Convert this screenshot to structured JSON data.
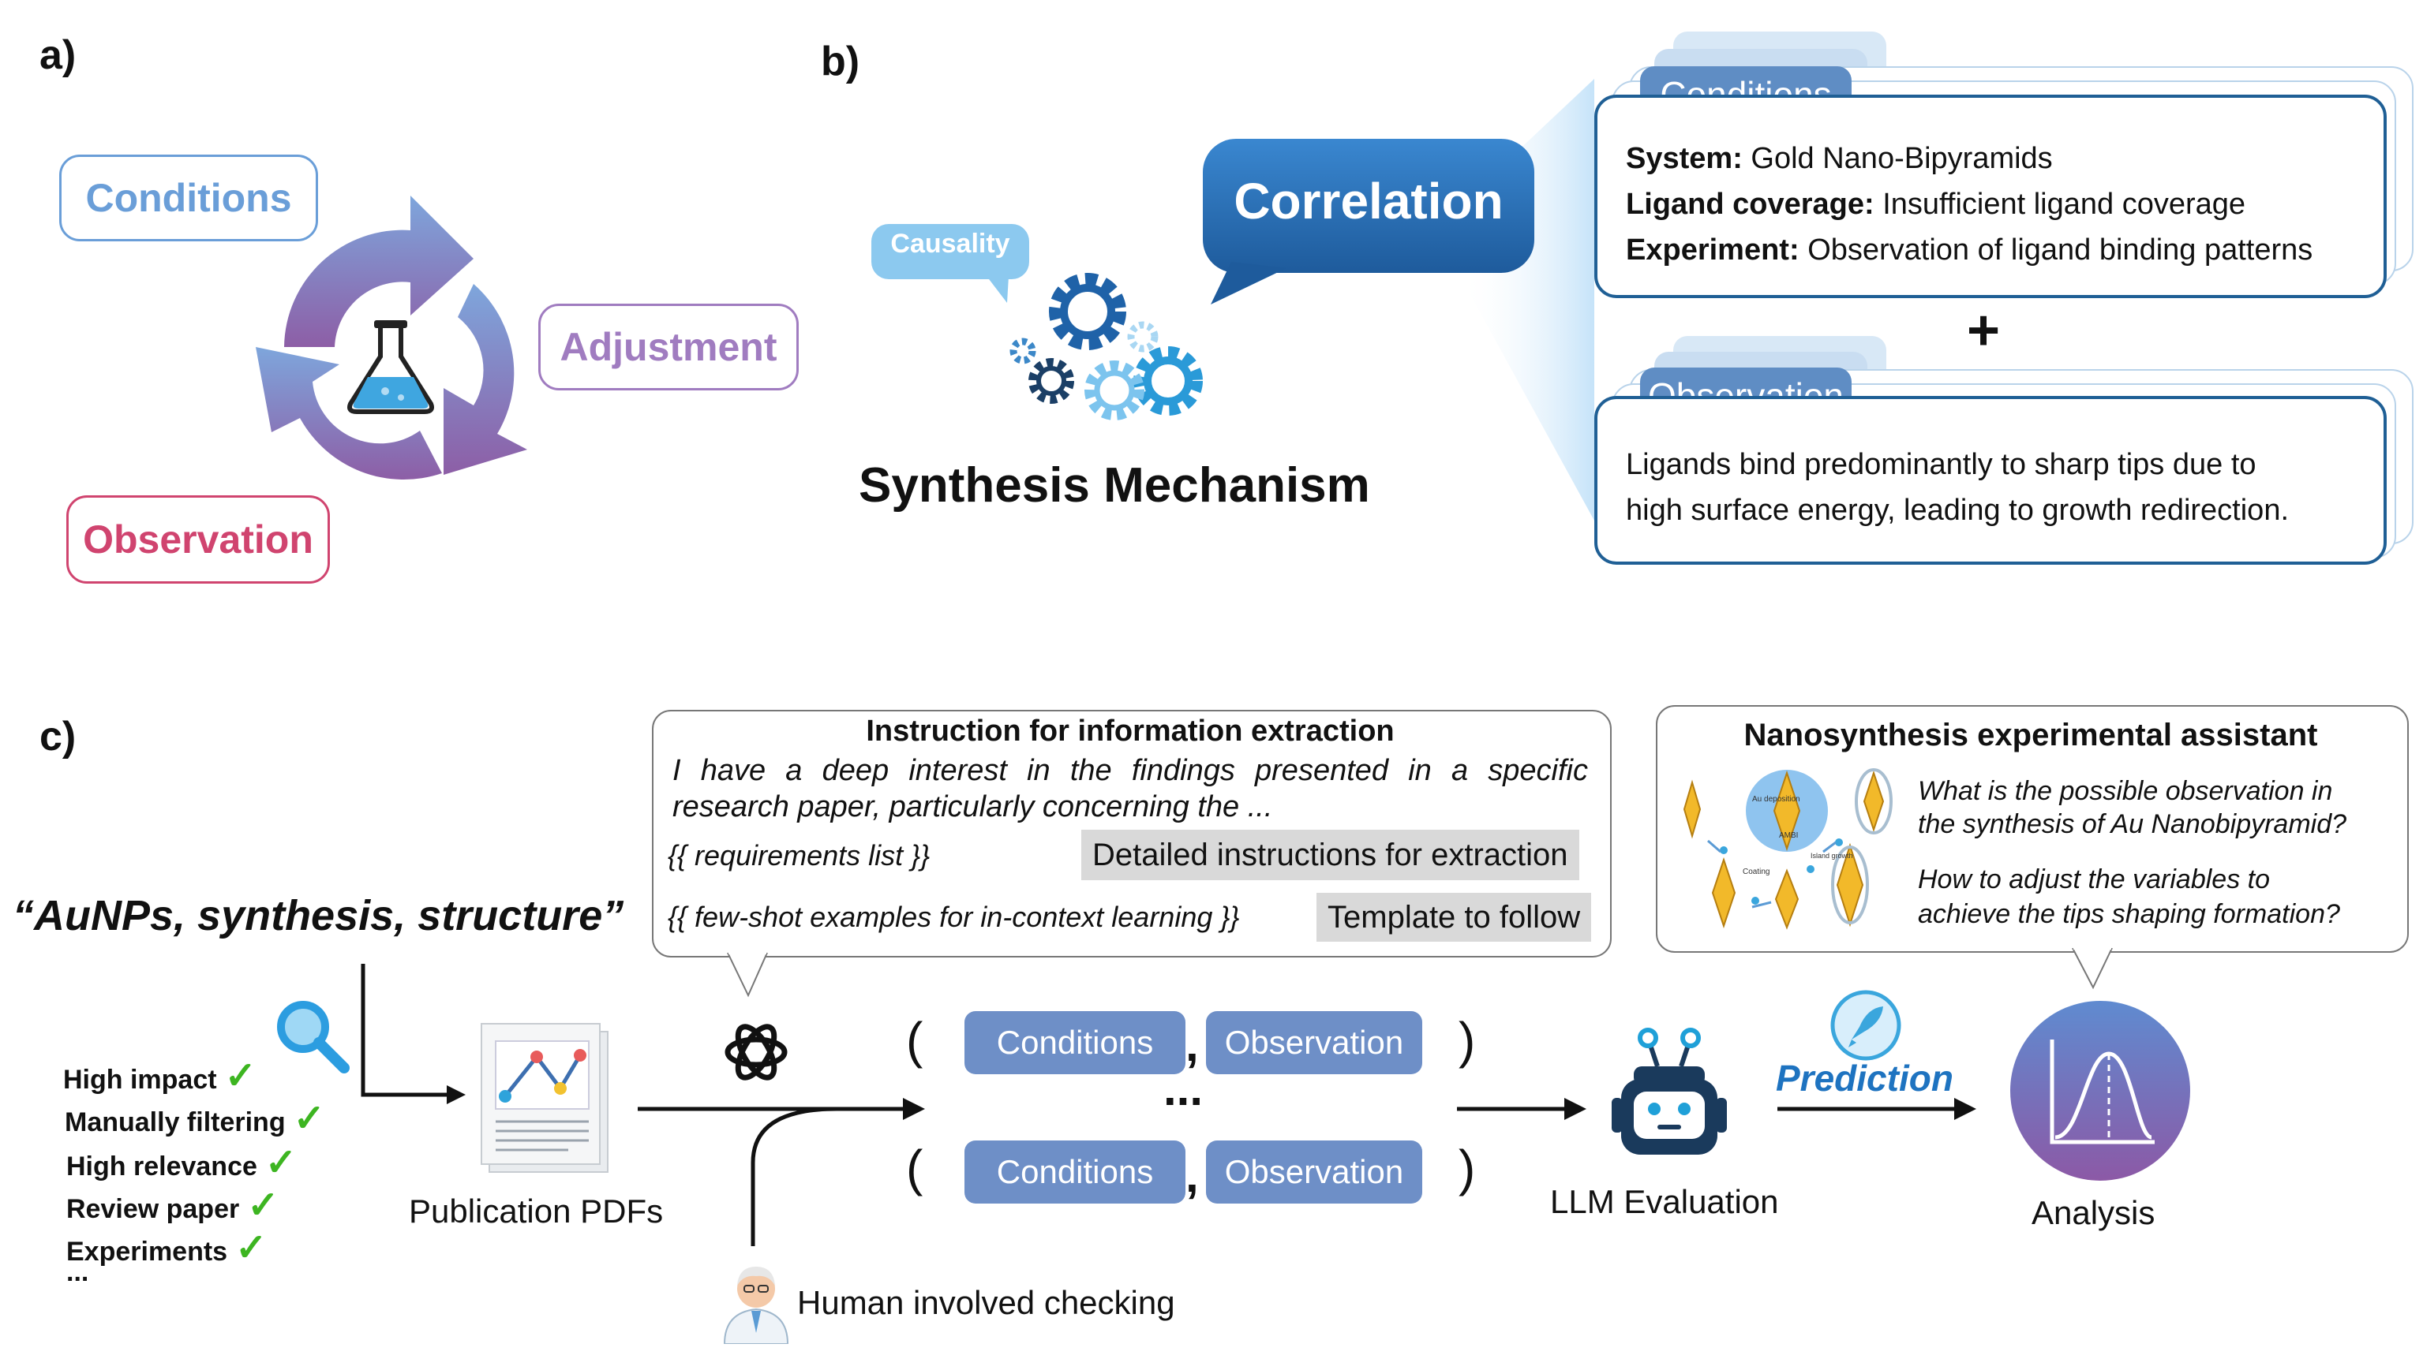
{
  "panel_a": {
    "label": "a)",
    "conditions": "Conditions",
    "adjustment": "Adjustment",
    "observation": "Observation"
  },
  "panel_b": {
    "label": "b)",
    "causality": "Causality",
    "correlation": "Correlation",
    "mechanism": "Synthesis Mechanism",
    "conditions_card": {
      "tab": "Conditions",
      "lines": [
        {
          "key": "System:",
          "value": "Gold Nano-Bipyramids"
        },
        {
          "key": "Ligand coverage:",
          "value": "Insufficient ligand coverage"
        },
        {
          "key": "Experiment:",
          "value": "Observation of ligand binding patterns"
        }
      ]
    },
    "plus": "+",
    "observation_card": {
      "tab": "Observation",
      "lines": [
        "Ligands bind predominantly to sharp tips due to",
        "high surface energy, leading to growth redirection."
      ]
    }
  },
  "panel_c": {
    "label": "c)",
    "query": "“AuNPs, synthesis, structure”",
    "filters": [
      "High impact",
      "Manually filtering",
      "High relevance",
      "Review paper",
      "Experiments"
    ],
    "filters_more": "...",
    "check_glyph": "✓",
    "pdfs": "Publication PDFs",
    "instruction": {
      "title": "Instruction for information extraction",
      "body_line1": "I have a deep interest in the findings presented in a specific",
      "body_line2": "research paper, particularly concerning the ...",
      "req_placeholder": "{{ requirements list }}",
      "req_tag": "Detailed instructions for extraction",
      "fewshot_placeholder": "{{ few-shot examples for in-context learning }}",
      "fewshot_tag": "Template to follow"
    },
    "pair_conditions": "Conditions",
    "pair_observation": "Observation",
    "pair_comma": ",",
    "paren_open": "(",
    "paren_close": ")",
    "ellipsis": "...",
    "human": "Human involved checking",
    "llm_eval": "LLM Evaluation",
    "prediction": "Prediction",
    "analysis": "Analysis",
    "assistant": {
      "title": "Nanosynthesis experimental assistant",
      "q1_line1": "What is the possible observation in",
      "q1_line2": "the synthesis of Au Nanobipyramid?",
      "q2_line1": "How to adjust the variables to",
      "q2_line2": "achieve the tips shaping formation?",
      "fig_label1": "Au deposition",
      "fig_label2": "AMBI",
      "fig_label3": "Coating",
      "fig_label4": "Island growth"
    }
  },
  "colors": {
    "conditions_blue": "#6a9ed8",
    "adjustment_purple": "#a07cc0",
    "observation_pink": "#d0446f",
    "card_border": "#1f5f95",
    "tab_fill": "#5f8dc4",
    "check_green": "#3db521",
    "prediction_blue": "#1e73c0"
  }
}
